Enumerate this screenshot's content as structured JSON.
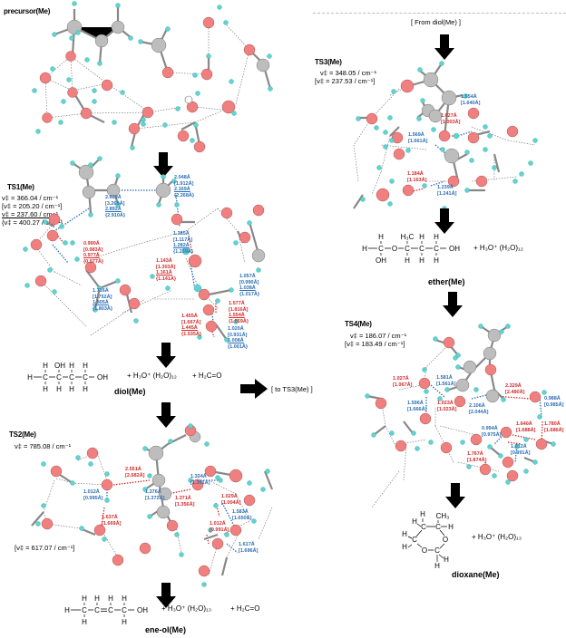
{
  "panels": {
    "precursor": {
      "label": "precursor(Me)"
    },
    "ts1": {
      "label": "TS1(Me)",
      "frequencies": [
        "ν‡ = 366.04 / cm⁻¹",
        "[ν‡ = 205.20 / cm⁻¹]",
        "ν‡ = 237.60 / cm⁻¹",
        "{ν‡ = 400.27 / cm⁻¹}"
      ],
      "distances": [
        {
          "color": "blue",
          "lines": [
            "2.629Å",
            "[3.260Å]",
            "2.892Å",
            "{2.910Å}"
          ]
        },
        {
          "color": "blue",
          "lines": [
            "2.048Å",
            "[1.912Å]",
            "2.169Å",
            "{2.268Å}"
          ]
        },
        {
          "color": "blue",
          "lines": [
            "1.385Å",
            "[1.117Å]",
            "1.282Å",
            "{1.239Å}"
          ]
        },
        {
          "color": "red",
          "lines": [
            "0.990Å",
            "[0.983Å]",
            "0.977Å",
            "{0.977Å}"
          ]
        },
        {
          "color": "red",
          "lines": [
            "1.143Å",
            "[1.303Å]",
            "1.161Å",
            "{1.141Å}"
          ]
        },
        {
          "color": "blue",
          "lines": [
            "1.716Å",
            "[1.752Å]",
            "1.805Å",
            "{1.803Å}"
          ]
        },
        {
          "color": "blue",
          "lines": [
            "1.057Å",
            "[0.990Å]",
            "1.038Å",
            "{1.017Å}"
          ]
        },
        {
          "color": "red",
          "lines": [
            "1.577Å",
            "[1.816Å]",
            "1.554Å",
            "{1.559Å}"
          ]
        },
        {
          "color": "red",
          "lines": [
            "1.455Å",
            "[1.667Å]",
            "1.445Å",
            "{1.535Å}"
          ]
        },
        {
          "color": "blue",
          "lines": [
            "1.020Å",
            "[0.931Å]",
            "1.008Å",
            "{1.001Å}"
          ]
        }
      ]
    },
    "diol": {
      "label": "diol(Me)",
      "structure": {
        "top": [
          "H",
          "OH",
          "H",
          "H"
        ],
        "chain": "H—C—C—C—C—OH",
        "bottom": [
          "H",
          "H",
          "H",
          "H"
        ]
      },
      "products": [
        "+ H₃O⁺ (H₂O)₁₂",
        "+ H₂C=O"
      ],
      "to_ts3": "[ to TS3(Me) ]"
    },
    "ts2": {
      "label": "TS2(Me)",
      "frequencies": [
        "ν‡ = 785.08 / cm⁻¹"
      ],
      "frequencies_bottom": [
        "[ν‡ = 617.07 / cm⁻¹]"
      ],
      "distances": [
        {
          "color": "red",
          "lines": [
            "2.551Å",
            "[2.682Å]"
          ]
        },
        {
          "color": "blue",
          "lines": [
            "1.012Å",
            "[0.995Å]"
          ]
        },
        {
          "color": "red",
          "lines": [
            "1.637Å",
            "[1.669Å]"
          ]
        },
        {
          "color": "blue",
          "lines": [
            "1.376Å",
            "[1.372Å]"
          ]
        },
        {
          "color": "red",
          "lines": [
            "1.371Å",
            "[1.356Å]"
          ]
        },
        {
          "color": "blue",
          "lines": [
            "1.324Å",
            "[1.361Å]"
          ]
        },
        {
          "color": "red",
          "lines": [
            "1.029Å",
            "[1.004Å]"
          ]
        },
        {
          "color": "blue",
          "lines": [
            "1.583Å",
            "[1.650Å]"
          ]
        },
        {
          "color": "red",
          "lines": [
            "1.012Å",
            "[0.991Å]"
          ]
        },
        {
          "color": "blue",
          "lines": [
            "1.617Å",
            "[1.696Å]"
          ]
        }
      ]
    },
    "eneol": {
      "label": "ene-ol(Me)",
      "structure": {
        "top": [
          "H",
          "H",
          "H",
          "H"
        ],
        "chain": "H—C—C=C—C—OH",
        "bottom": [
          "H",
          "H"
        ]
      },
      "products": [
        "+ H₃O⁺ (H₂O)₁₃",
        "+ H₂C=O"
      ]
    },
    "from_diol": "[ From diol(Me) ]",
    "ts3": {
      "label": "TS3(Me)",
      "frequencies": [
        "ν‡ = 348.05 / cm⁻¹",
        "[ν‡ = 237.53 / cm⁻¹]"
      ],
      "distances": [
        {
          "color": "blue",
          "lines": [
            "1.554Å",
            "[1.640Å]"
          ]
        },
        {
          "color": "red",
          "lines": [
            "1.027Å",
            "[1.003Å]"
          ]
        },
        {
          "color": "blue",
          "lines": [
            "1.569Å",
            "[1.661Å]"
          ]
        },
        {
          "color": "red",
          "lines": [
            "1.184Å",
            "[1.163Å]"
          ]
        },
        {
          "color": "blue",
          "lines": [
            "1.239Å",
            "[1.241Å]"
          ]
        }
      ]
    },
    "ether": {
      "label": "ether(Me)",
      "structure": {
        "top": [
          "H",
          "H₃C",
          "H",
          "H"
        ],
        "chain": "H—C—O—C—C—C—OH",
        "bottom": [
          "OH",
          "H",
          "H",
          "H"
        ]
      },
      "products": [
        "+ H₃O⁺ (H₂O)₁₂"
      ]
    },
    "ts4": {
      "label": "TS4(Me)",
      "frequencies": [
        "ν‡ = 186.07 / cm⁻¹",
        "[ν‡ = 183.49 / cm⁻¹]"
      ],
      "distances": [
        {
          "color": "red",
          "lines": [
            "1.027Å",
            "[1.067Å]"
          ]
        },
        {
          "color": "blue",
          "lines": [
            "1.581Å",
            "[1.561Å]"
          ]
        },
        {
          "color": "blue",
          "lines": [
            "1.596Å",
            "[1.666Å]"
          ]
        },
        {
          "color": "red",
          "lines": [
            "1.023Å",
            "[1.023Å]"
          ]
        },
        {
          "color": "blue",
          "lines": [
            "2.106Å",
            "[2.044Å]"
          ]
        },
        {
          "color": "red",
          "lines": [
            "2.329Å",
            "[2.480Å]"
          ]
        },
        {
          "color": "blue",
          "lines": [
            "0.988Å",
            "[0.985Å]"
          ]
        },
        {
          "color": "blue",
          "lines": [
            "0.994Å",
            "[0.975Å]"
          ]
        },
        {
          "color": "red",
          "lines": [
            "1.640Å",
            "[1.688Å]"
          ]
        },
        {
          "color": "red",
          "lines": [
            "1.780Å",
            "[1.686Å]"
          ]
        },
        {
          "color": "blue",
          "lines": [
            "1.012Å",
            "[0.991Å]"
          ]
        },
        {
          "color": "red",
          "lines": [
            "1.767Å",
            "[1.874Å]"
          ]
        }
      ]
    },
    "dioxane": {
      "label": "dioxane(Me)",
      "atoms": [
        "H",
        "CH₃",
        "H",
        "C",
        "C",
        "H",
        "H",
        "C",
        "O",
        "H",
        "O",
        "C",
        "H",
        "H"
      ],
      "products": [
        "+ H₃O⁺ (H₂O)₁₃"
      ]
    }
  },
  "colors": {
    "oxygen": "#f08080",
    "carbon": "#bdbdbd",
    "hydrogen": "#5fd3d8",
    "bond_blue": "#2a6db5",
    "bond_red": "#d42a2a",
    "arrow": "#000000"
  }
}
